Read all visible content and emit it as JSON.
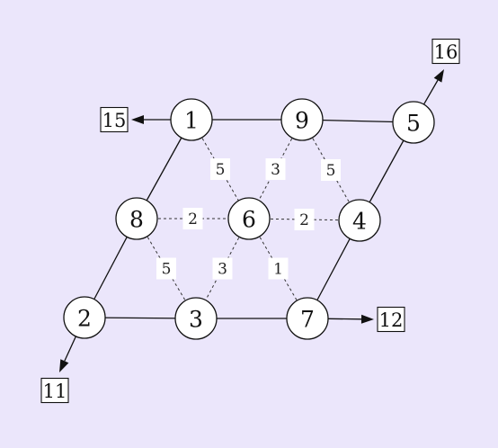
{
  "nodes": [
    {
      "id": "1",
      "label": "1"
    },
    {
      "id": "9",
      "label": "9"
    },
    {
      "id": "5",
      "label": "5"
    },
    {
      "id": "8",
      "label": "8"
    },
    {
      "id": "6",
      "label": "6"
    },
    {
      "id": "4",
      "label": "4"
    },
    {
      "id": "2",
      "label": "2"
    },
    {
      "id": "3",
      "label": "3"
    },
    {
      "id": "7",
      "label": "7"
    }
  ],
  "solid_edges": [
    [
      "1",
      "9"
    ],
    [
      "9",
      "5"
    ],
    [
      "1",
      "8"
    ],
    [
      "8",
      "2"
    ],
    [
      "2",
      "3"
    ],
    [
      "3",
      "7"
    ],
    [
      "5",
      "4"
    ],
    [
      "4",
      "7"
    ]
  ],
  "weighted_edges": [
    {
      "from": "1",
      "to": "6",
      "weight": "5"
    },
    {
      "from": "9",
      "to": "6",
      "weight": "3"
    },
    {
      "from": "9",
      "to": "4",
      "weight": "5"
    },
    {
      "from": "8",
      "to": "6",
      "weight": "2"
    },
    {
      "from": "6",
      "to": "4",
      "weight": "2"
    },
    {
      "from": "8",
      "to": "3",
      "weight": "5"
    },
    {
      "from": "6",
      "to": "3",
      "weight": "3"
    },
    {
      "from": "6",
      "to": "7",
      "weight": "1"
    }
  ],
  "outputs": [
    {
      "from": "1",
      "label": "15"
    },
    {
      "from": "5",
      "label": "16"
    },
    {
      "from": "7",
      "label": "12"
    },
    {
      "from": "2",
      "label": "11"
    }
  ]
}
